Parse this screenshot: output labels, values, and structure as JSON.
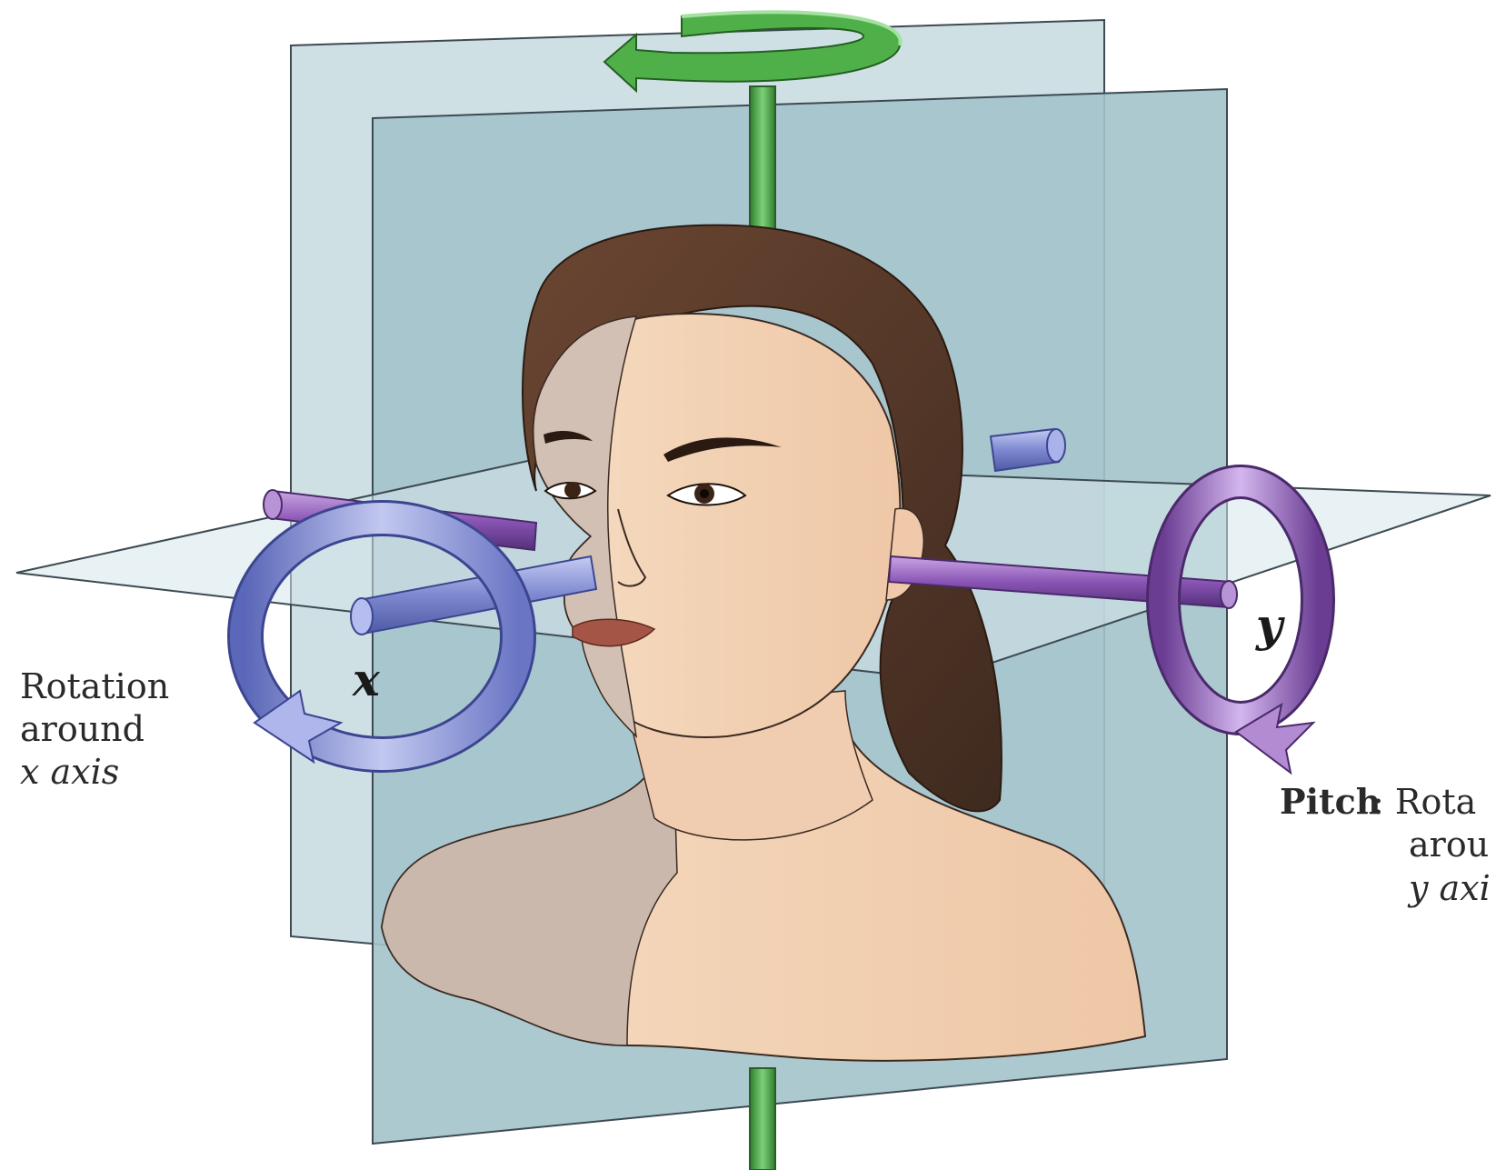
{
  "labels": {
    "x_axis_letter": "x",
    "y_axis_letter": "y",
    "left_caption": [
      "Rotation",
      "around",
      "x axis"
    ],
    "right_caption_bold": "Pitch",
    "right_caption_rest": [
      ": Rota",
      "arou",
      "y axi"
    ]
  },
  "colors": {
    "plane_fill": "#a9c8d0",
    "plane_fill_front": "#9dbdc6",
    "plane_edge": "#3d4a52",
    "z_axis_green": "#3d9a3a",
    "x_axis_blue": "#8a94d8",
    "y_axis_purple": "#7a4fa0",
    "hair": "#5a3a2a",
    "skin": "#f2d2b4",
    "skin_shaded": "#cfbcb0"
  },
  "icons": {
    "z_rotation": "curved-arrow-icon",
    "x_rotation": "circular-arrow-icon",
    "y_rotation": "circular-arrow-icon"
  }
}
